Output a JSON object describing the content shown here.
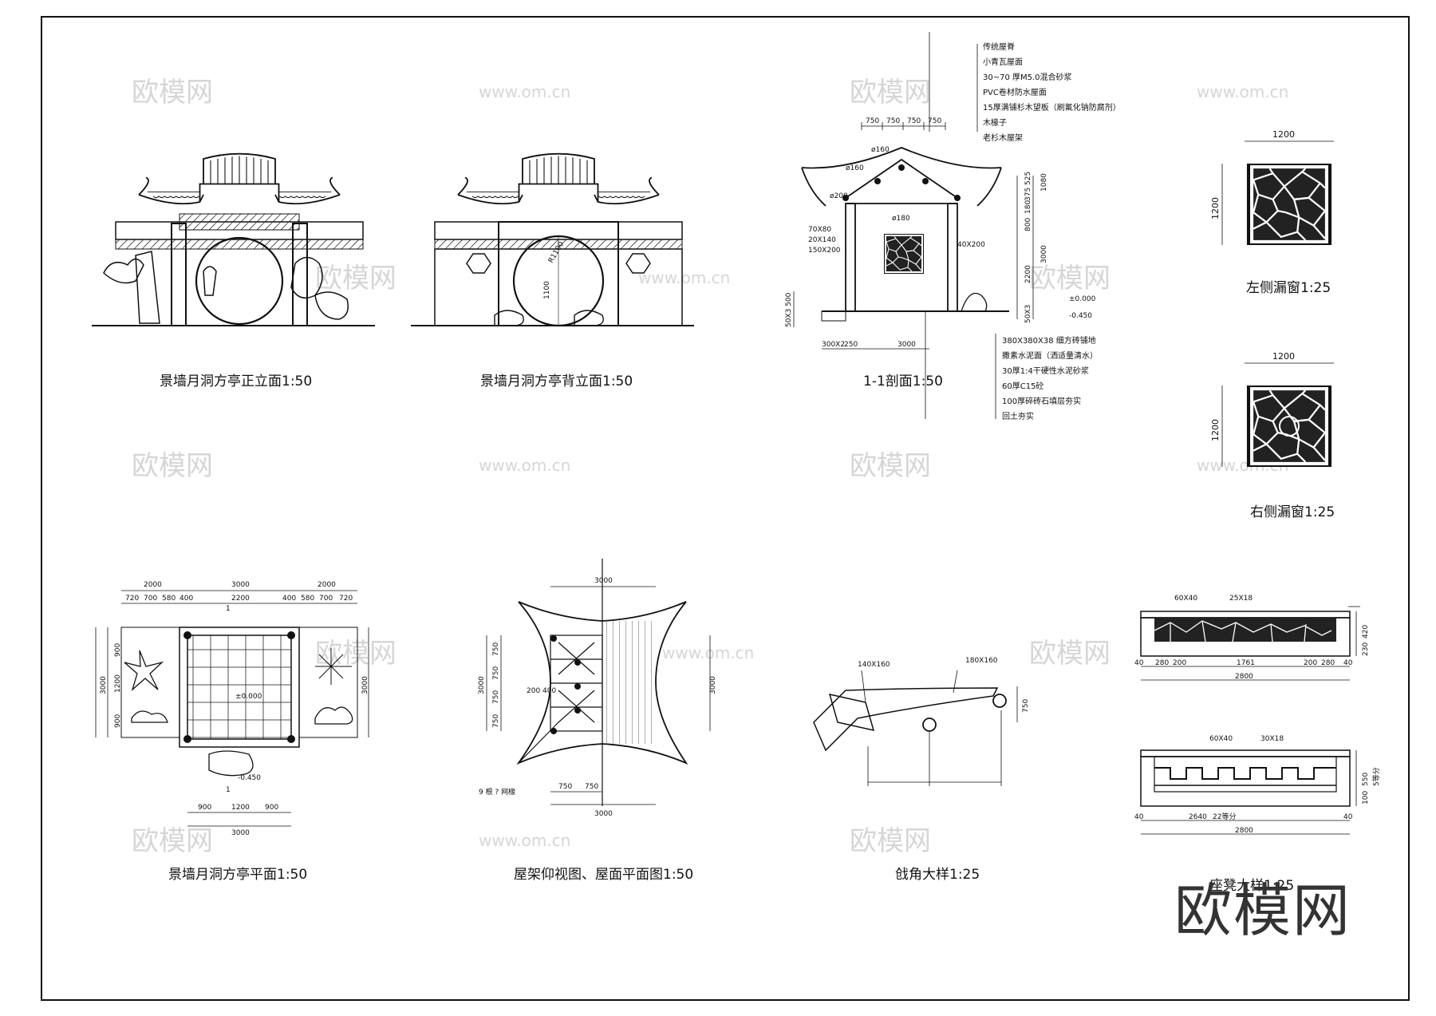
{
  "captions": {
    "front_elevation": "景墙月洞方亭正立面1:50",
    "back_elevation": "景墙月洞方亭背立面1:50",
    "section": "1-1剖面1:50",
    "left_window": "左侧漏窗1:25",
    "right_window": "右侧漏窗1:25",
    "plan": "景墙月洞方亭平面1:50",
    "roof_plan": "屋架仰视图、屋面平面图1:50",
    "corner_detail": "戗角大样1:25",
    "bench_detail": "座凳大样1:25"
  },
  "roof_notes": [
    "传统屋脊",
    "小青瓦屋面",
    "30~70 厚M5.0混合砂浆",
    "PVC卷材防水屋面",
    "15厚满铺杉木望板（刷氟化钠防腐剂）",
    "木椽子",
    "老杉木屋架"
  ],
  "floor_notes": [
    "380X380X38 细方砖铺地",
    "撒素水泥面（洒适量清水）",
    "30厚1:4干硬性水泥砂浆",
    "60厚C15砼",
    "100厚碎砖石填层夯实",
    "回土夯实"
  ],
  "section_dims": {
    "top": [
      "750",
      "750",
      "750",
      "750"
    ],
    "phi160a": "ø160",
    "phi160b": "ø160",
    "phi200": "ø200",
    "phi180": "ø180",
    "member1": "70X80",
    "member2": "20X140",
    "member3": "150X200",
    "member4": "40X200",
    "right": [
      "525",
      "375",
      "180",
      "800",
      "2200",
      "3000",
      "1080",
      "50X3"
    ],
    "left": "50X3 500",
    "bottom": [
      "300X2",
      "250",
      "3000"
    ],
    "level_0": "±0.000",
    "level_1": "-0.450"
  },
  "window_dims": {
    "w": "1200",
    "h": "1200"
  },
  "back_dims": {
    "r": "R1100",
    "h": "1100"
  },
  "plan_dims": {
    "top1": [
      "2000",
      "3000",
      "2000"
    ],
    "top2": [
      "720",
      "700",
      "580",
      "400",
      "2200",
      "400",
      "580",
      "700",
      "720"
    ],
    "left": [
      "900",
      "1200",
      "900"
    ],
    "left_total": "3000",
    "right_total": "3000",
    "bottom1": [
      "900",
      "1200",
      "900"
    ],
    "bottom_total": "3000",
    "level_0": "±0.000",
    "level_1": "-0.450",
    "section_mark": "1"
  },
  "roof_dims": {
    "top": "3000",
    "left": [
      "750",
      "750",
      "750",
      "750"
    ],
    "left_total": "3000",
    "mid": "200 400",
    "right": "3000",
    "bottom": [
      "750",
      "750"
    ],
    "bottom_total": "3000",
    "note": "9 根 ? 网椽"
  },
  "corner_dims": {
    "m1": "140X160",
    "m2": "180X160",
    "h": "750"
  },
  "bench_dims": {
    "b1_labels": [
      "60X40",
      "25X18"
    ],
    "b1_bottom": [
      "40",
      "280",
      "200",
      "1761",
      "200",
      "280",
      "40"
    ],
    "b1_total": "2800",
    "b1_right": [
      "420",
      "230"
    ],
    "b2_labels": [
      "60X40",
      "30X18"
    ],
    "b2_bottom": [
      "40",
      "2640",
      "22等分",
      "40"
    ],
    "b2_total": "2800",
    "b2_right": [
      "550",
      "100"
    ],
    "b2_side": "5等分"
  },
  "watermarks": {
    "logo": "欧模网",
    "url": "www.om.cn"
  },
  "big_watermark": "欧模网"
}
